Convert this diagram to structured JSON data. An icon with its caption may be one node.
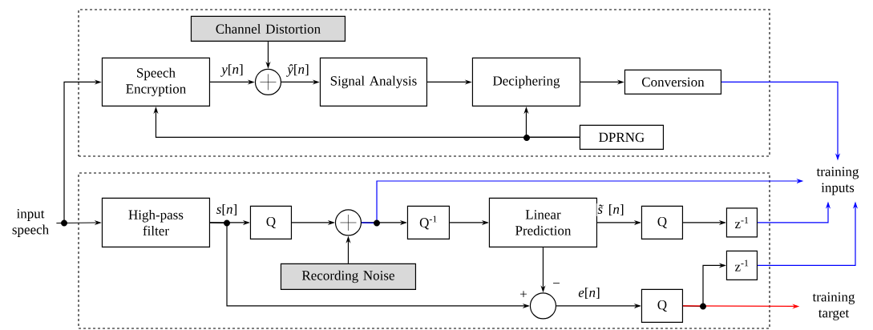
{
  "diagram": {
    "nodes": [
      {
        "text": [],
        "shape": "box"
      },
      {
        "text": [
          "Channel Distortion"
        ],
        "in": 0
      },
      {
        "text": [
          "Speech Encryption"
        ],
        "in": 0
      },
      {
        "text": [],
        "shape": "circle",
        "in": 0
      },
      {
        "text": [
          "Signal Analysis"
        ],
        "in": 0
      },
      {
        "text": [
          "Deciphering"
        ],
        "in": 0
      },
      {
        "text": [
          "Conversion"
        ],
        "in": 0
      },
      {
        "text": [
          "DPRNG"
        ],
        "in": 0
      },
      {
        "text": [],
        "shape": "box"
      },
      {
        "text": [
          "input speech"
        ]
      },
      {
        "text": [
          "High-pass filter"
        ],
        "in": 8
      },
      {
        "text": [
          "Q"
        ],
        "in": 8
      },
      {
        "text": [],
        "shape": "circle",
        "in": 8
      },
      {
        "text": [
          "Q$^{-1}$"
        ],
        "in": 8
      },
      {
        "text": [
          "Linear Prediction"
        ],
        "in": 8
      },
      {
        "text": [
          "Q"
        ],
        "in": 8
      },
      {
        "text": [
          "z$^{-1}$"
        ],
        "in": 8
      },
      {
        "text": [
          "Recording Noise"
        ],
        "in": 8
      },
      {
        "text": [],
        "shape": "circle",
        "in": 8
      },
      {
        "text": [
          "Q"
        ],
        "in": 8
      },
      {
        "text": [
          "z$^{-1}$"
        ],
        "in": 8
      },
      {
        "text": [
          "training inputs"
        ]
      },
      {
        "text": [
          "training target"
        ]
      }
    ],
    "edges": [
      {
        "from": 9,
        "to": 2,
        "arrow": "to"
      },
      {
        "from": 9,
        "to": 10,
        "arrow": "to"
      },
      {
        "from": 1,
        "to": 3,
        "arrow": "to"
      },
      {
        "from": 2,
        "to": 3,
        "arrow": "to",
        "label": "*y*[*n*]"
      },
      {
        "from": 3,
        "to": 4,
        "arrow": "to",
        "label": "*ŷ*[*n*]"
      },
      {
        "from": 4,
        "to": 5,
        "arrow": "to"
      },
      {
        "from": 5,
        "to": 6,
        "arrow": "to"
      },
      {
        "from": 7,
        "to": 5,
        "arrow": "to"
      },
      {
        "from": 7,
        "to": 2,
        "arrow": "to"
      },
      {
        "from": 6,
        "to": 21,
        "arrow": "to",
        "color": "#0000ff"
      },
      {
        "from": 10,
        "to": 11,
        "arrow": "to",
        "label": "*s*[*n*]"
      },
      {
        "from": 11,
        "to": 12,
        "arrow": "to"
      },
      {
        "from": 17,
        "to": 12,
        "arrow": "to"
      },
      {
        "from": 12,
        "to": 13,
        "arrow": "to"
      },
      {
        "from": 12,
        "to": 21,
        "arrow": "to",
        "color": "#0000ff"
      },
      {
        "from": 13,
        "to": 14,
        "arrow": "to"
      },
      {
        "from": 14,
        "to": 15,
        "arrow": "to",
        "label": "*s̃*[*n*]"
      },
      {
        "from": 15,
        "to": 16,
        "arrow": "to"
      },
      {
        "from": 16,
        "to": 21,
        "arrow": "to",
        "color": "#0000ff"
      },
      {
        "from": 10,
        "to": 18,
        "arrow": "to"
      },
      {
        "from": 14,
        "to": 18,
        "arrow": "to"
      },
      {
        "from": 18,
        "to": 19,
        "arrow": "to",
        "label": "*e*[*n*]"
      },
      {
        "from": 19,
        "to": 20,
        "arrow": "to"
      },
      {
        "from": 19,
        "to": 22,
        "arrow": "to",
        "color": "#ff0000"
      },
      {
        "from": 20,
        "to": 21,
        "arrow": "to",
        "color": "#0000ff"
      }
    ],
    "labels": [
      "+",
      "−"
    ]
  }
}
